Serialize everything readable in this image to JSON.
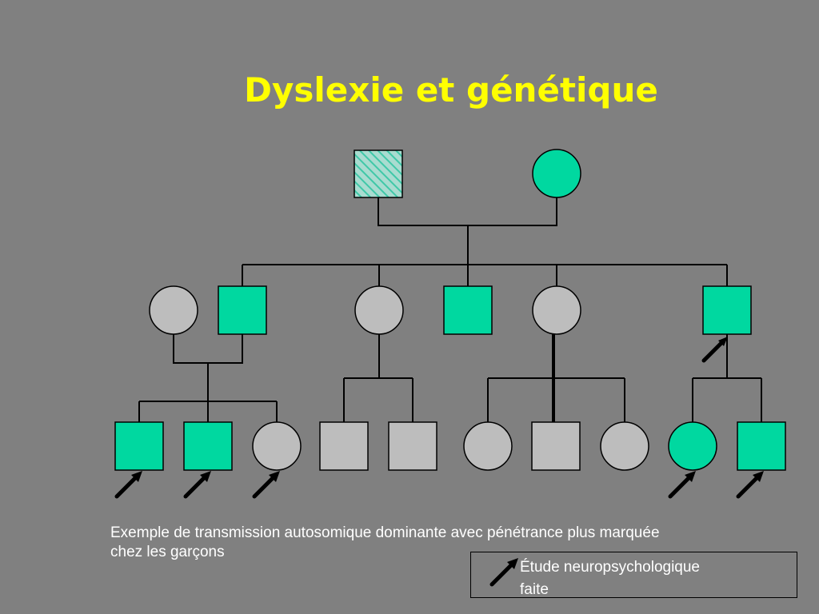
{
  "title": "Dyslexie et génétique",
  "caption_line1": "Exemple de transmission autosomique dominante avec pénétrance plus marquée",
  "caption_line2": "chez les garçons",
  "legend_line1": "Étude neuropsychologique",
  "legend_line2": "faite",
  "colors": {
    "background": "#808080",
    "title": "#ffff00",
    "affected": "#00d8a0",
    "unaffected": "#bdbdbd",
    "caption": "#ffffff"
  },
  "individuals": [
    {
      "id": "grandfather",
      "sex": "male",
      "status": "hatched-affected"
    },
    {
      "id": "grandmother",
      "sex": "female",
      "status": "affected"
    },
    {
      "id": "gen2-spouse-1",
      "sex": "female",
      "status": "unaffected"
    },
    {
      "id": "gen2-son-1",
      "sex": "male",
      "status": "affected"
    },
    {
      "id": "gen2-daughter-1",
      "sex": "female",
      "status": "unaffected"
    },
    {
      "id": "gen2-son-2",
      "sex": "male",
      "status": "affected"
    },
    {
      "id": "gen2-daughter-2",
      "sex": "female",
      "status": "unaffected"
    },
    {
      "id": "gen2-son-3",
      "sex": "male",
      "status": "affected",
      "studied": true
    },
    {
      "id": "gen3-1",
      "sex": "male",
      "status": "affected",
      "studied": true
    },
    {
      "id": "gen3-2",
      "sex": "male",
      "status": "affected",
      "studied": true
    },
    {
      "id": "gen3-3",
      "sex": "female",
      "status": "unaffected",
      "studied": true
    },
    {
      "id": "gen3-4",
      "sex": "male",
      "status": "unaffected"
    },
    {
      "id": "gen3-5",
      "sex": "male",
      "status": "unaffected"
    },
    {
      "id": "gen3-6",
      "sex": "female",
      "status": "unaffected"
    },
    {
      "id": "gen3-7",
      "sex": "male",
      "status": "unaffected"
    },
    {
      "id": "gen3-8",
      "sex": "female",
      "status": "unaffected"
    },
    {
      "id": "gen3-9",
      "sex": "female",
      "status": "affected",
      "studied": true
    },
    {
      "id": "gen3-10",
      "sex": "male",
      "status": "affected",
      "studied": true
    }
  ]
}
